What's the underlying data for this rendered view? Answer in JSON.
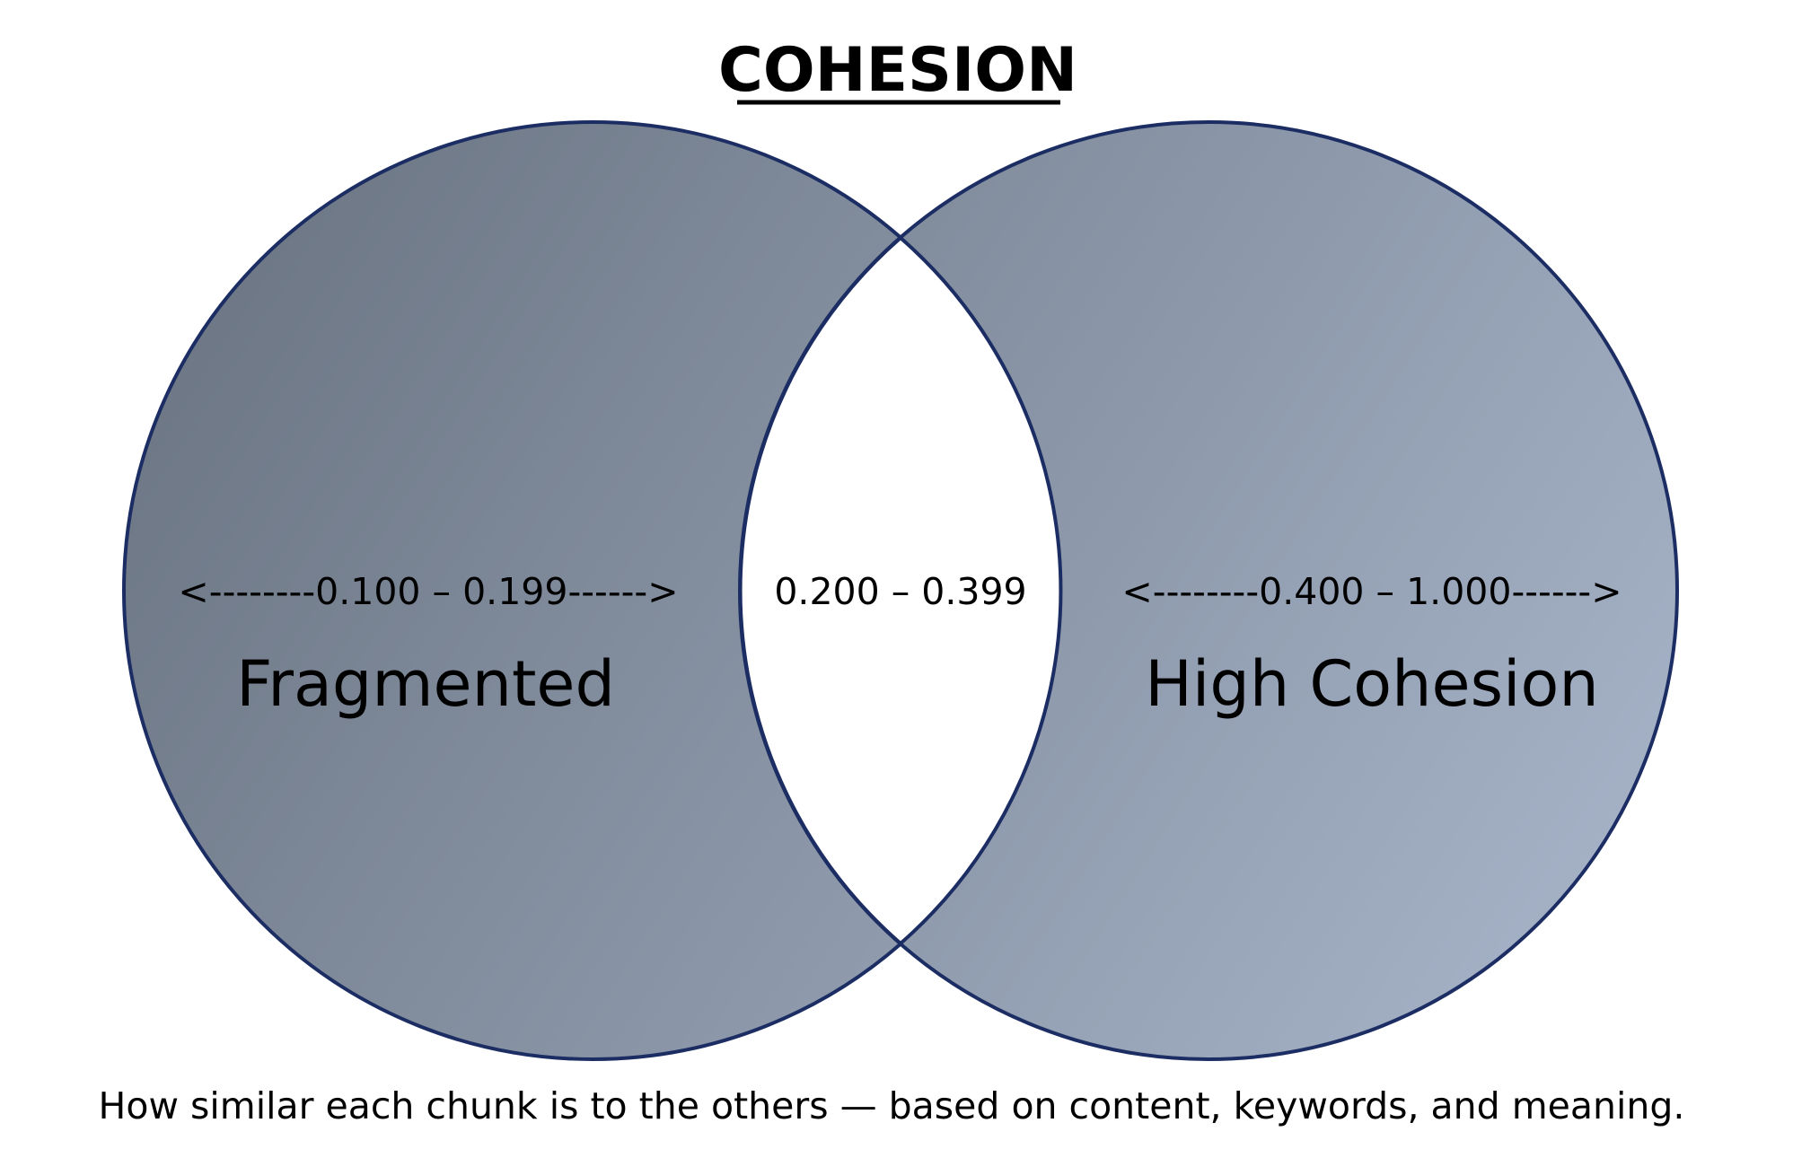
{
  "title": "COHESION",
  "left_circle": {
    "range": "<--------0.100 – 0.199------>",
    "label": "Fragmented"
  },
  "overlap": {
    "range": "0.200 – 0.399"
  },
  "right_circle": {
    "range": "<--------0.400 – 1.000------>",
    "label": "High Cohesion"
  },
  "caption": "How similar each chunk is to the others — based on content, keywords, and meaning.",
  "colors": {
    "circle_fill_dark": "#6b7583",
    "circle_fill_light": "#a7b4c9",
    "circle_stroke": "#1b2d63",
    "overlap_fill": "#ffffff"
  }
}
